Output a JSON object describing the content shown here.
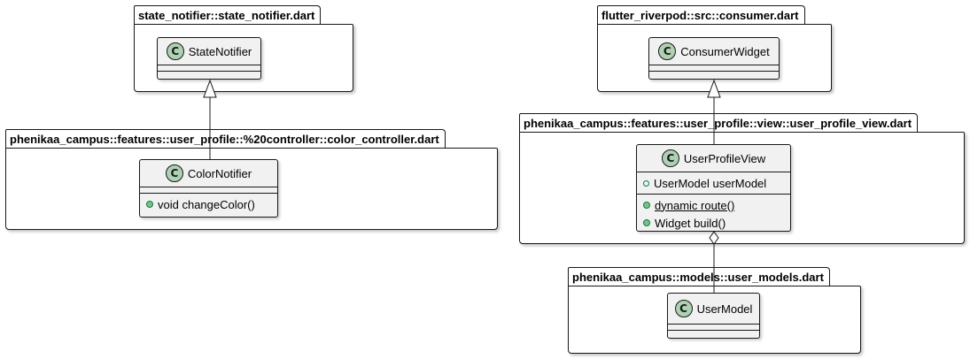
{
  "packages": {
    "state_notifier": "state_notifier::state_notifier.dart",
    "consumer": "flutter_riverpod::src::consumer.dart",
    "color_controller": "phenikaa_campus::features::user_profile::%20controller::color_controller.dart",
    "user_profile_view": "phenikaa_campus::features::user_profile::view::user_profile_view.dart",
    "user_models": "phenikaa_campus::models::user_models.dart"
  },
  "classes": {
    "state_notifier": {
      "icon": "C",
      "name": "StateNotifier"
    },
    "consumer_widget": {
      "icon": "C",
      "name": "ConsumerWidget"
    },
    "color_notifier": {
      "icon": "C",
      "name": "ColorNotifier",
      "methods": [
        "void changeColor()"
      ]
    },
    "user_profile_view": {
      "icon": "C",
      "name": "UserProfileView",
      "fields": [
        "UserModel userModel"
      ],
      "methods": [
        "dynamic route()",
        "Widget build()"
      ]
    },
    "user_model": {
      "icon": "C",
      "name": "UserModel"
    }
  },
  "relations": {
    "color_notifier_extends_state_notifier": "inheritance",
    "user_profile_view_extends_consumer_widget": "inheritance",
    "user_profile_view_has_user_model": "aggregation"
  },
  "colors": {
    "class_fill": "#f1f1f1",
    "class_icon": "#add1b2",
    "border": "#181818",
    "public_marker": "#84be84"
  }
}
